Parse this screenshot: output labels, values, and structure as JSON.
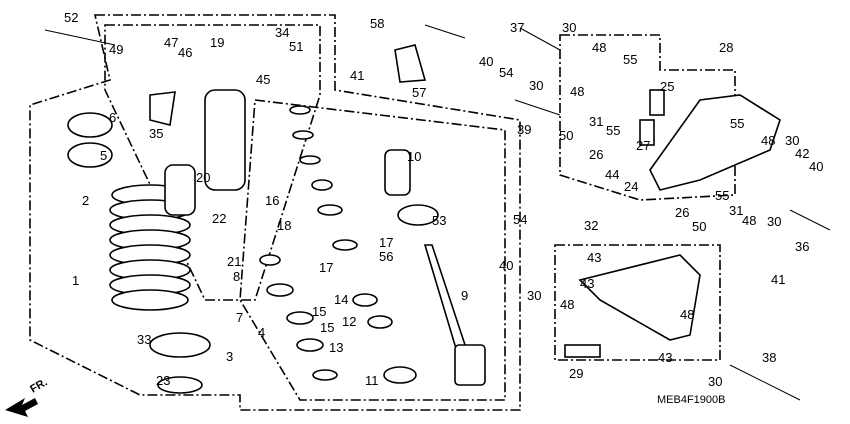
{
  "diagram_code": "MEB4F1900B",
  "front_label": "FR.",
  "callouts": [
    "52",
    "49",
    "47",
    "19",
    "46",
    "34",
    "51",
    "45",
    "41",
    "58",
    "57",
    "37",
    "30",
    "40",
    "54",
    "30",
    "48",
    "55",
    "28",
    "25",
    "6",
    "35",
    "39",
    "48",
    "31",
    "55",
    "27",
    "50",
    "26",
    "44",
    "24",
    "55",
    "48",
    "30",
    "42",
    "40",
    "10",
    "5",
    "20",
    "16",
    "2",
    "22",
    "18",
    "21",
    "8",
    "17",
    "56",
    "17",
    "53",
    "26",
    "50",
    "31",
    "55",
    "48",
    "30",
    "36",
    "41",
    "54",
    "40",
    "30",
    "32",
    "43",
    "43",
    "48",
    "1",
    "7",
    "14",
    "15",
    "15",
    "12",
    "4",
    "9",
    "33",
    "13",
    "3",
    "48",
    "43",
    "29",
    "30",
    "38",
    "23",
    "11"
  ]
}
